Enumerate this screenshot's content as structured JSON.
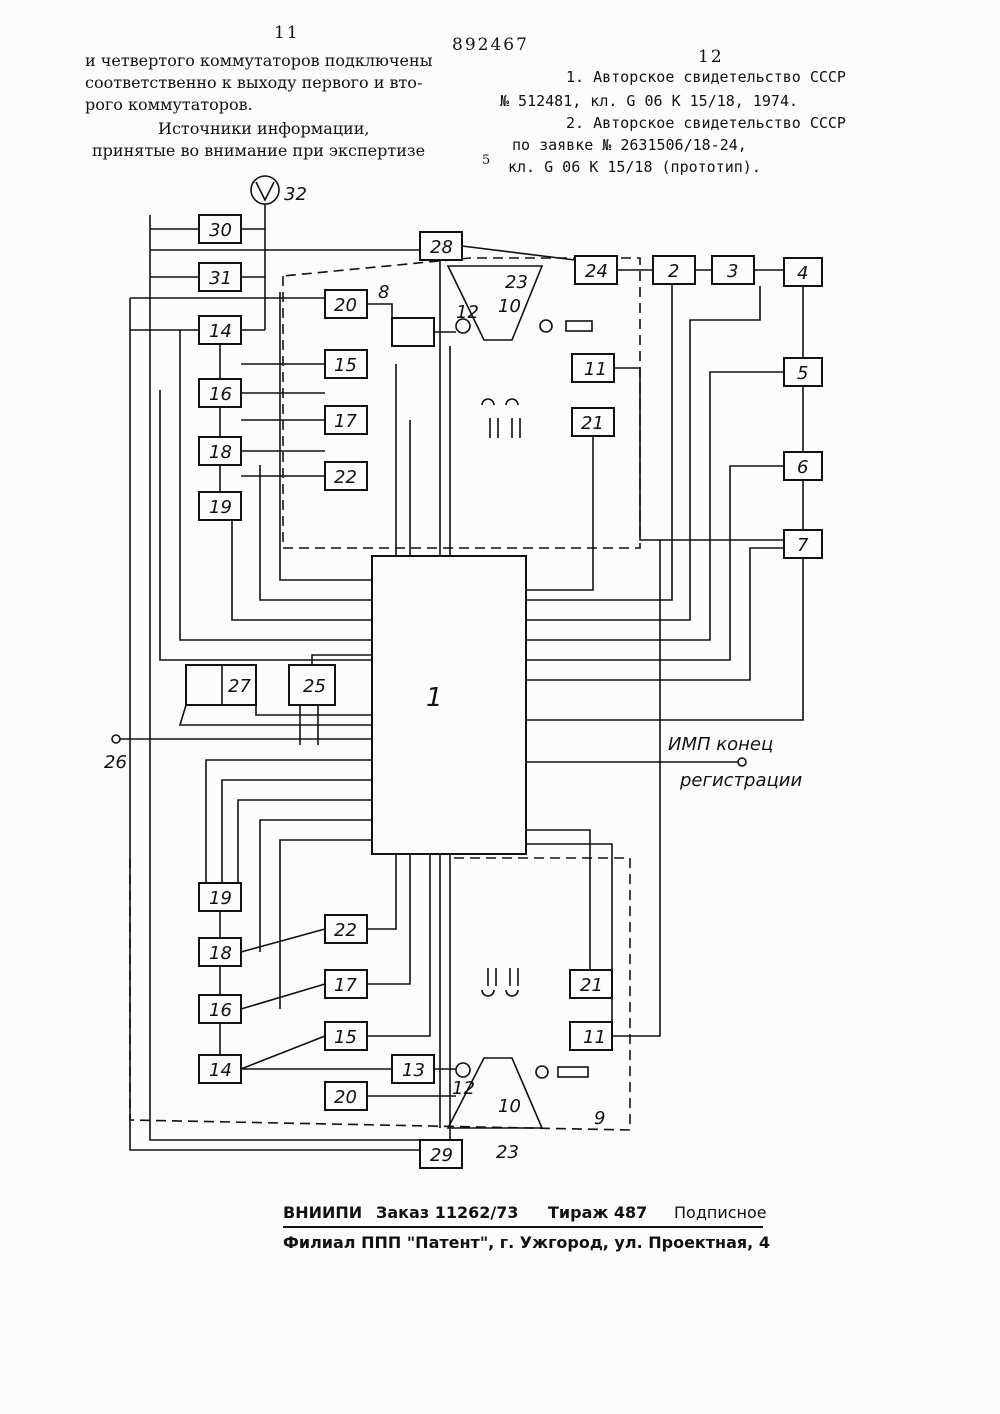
{
  "header": {
    "page_left": "11",
    "page_right": "12",
    "patent_number": "892467",
    "line_marker": "5"
  },
  "left_column": {
    "line1": "и четвертого коммутаторов подключены",
    "line2": "соответственно к выходу первого и вто-",
    "line3": "рого коммутаторов.",
    "sources_title": "Источники информации,",
    "sources_sub": "принятые во внимание при экспертизе"
  },
  "right_column": {
    "ref1_a": "1. Авторское свидетельство СССР",
    "ref1_b": "№ 512481, кл. G 06 K 15/18, 1974.",
    "ref2_a": "2. Авторское свидетельство СССР",
    "ref2_b": "по заявке № 2631506/18-24,",
    "ref2_c": "кл. G 06 K 15/18 (прототип)."
  },
  "diagram": {
    "central_block": "1",
    "blocks_top": [
      "30",
      "31",
      "28",
      "20",
      "14",
      "15",
      "16",
      "17",
      "18",
      "22",
      "19",
      "24",
      "2",
      "3",
      "4",
      "5",
      "6",
      "7",
      "11",
      "21",
      "27",
      "25"
    ],
    "blocks_bottom": [
      "19",
      "18",
      "22",
      "17",
      "16",
      "15",
      "14",
      "13",
      "20",
      "21",
      "11",
      "29"
    ],
    "labels": {
      "indicator": "32",
      "input_left": "26",
      "input_right_line1": "ИМП конец",
      "input_right_line2": "регистрации",
      "mark_8": "8",
      "mark_9": "9",
      "mark_10_top": "10",
      "mark_10_bottom": "10",
      "mark_12_top": "12",
      "mark_12_bottom": "12",
      "mark_23_top": "23",
      "mark_23_bottom": "23"
    }
  },
  "footer": {
    "line1_org": "ВНИИПИ",
    "line1_order": "Заказ 11262/73",
    "line1_run": "Тираж  487",
    "line1_type": "Подписное",
    "line2": "Филиал ППП \"Патент\", г. Ужгород, ул. Проектная, 4"
  }
}
